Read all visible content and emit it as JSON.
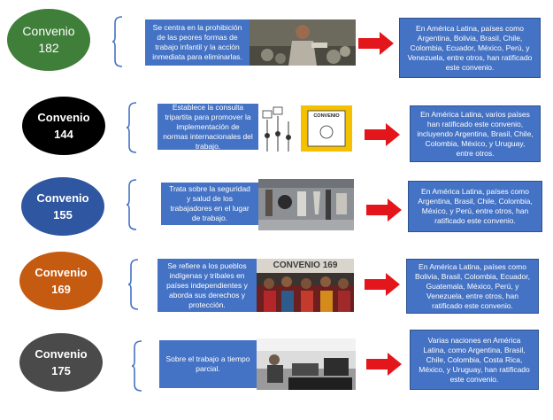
{
  "colors": {
    "oval_182": "#3f7f3a",
    "oval_144": "#000000",
    "oval_155": "#2f56a0",
    "oval_169": "#c55a11",
    "oval_175": "#4a4a4a",
    "box": "#4472c4",
    "brace": "#4472c4",
    "arrow": "#e3161b"
  },
  "convenios": [
    {
      "title": "Convenio",
      "number": "182",
      "description": "Se centra en la prohibición de las peores formas de trabajo infantil y la acción inmediata para eliminarlas.",
      "photo_icon": "child-labor-photo",
      "ratification": "En América Latina, países como Argentina, Bolivia, Brasil, Chile, Colombia, Ecuador, México, Perú, y Venezuela, entre otros, han ratificado este convenio."
    },
    {
      "title": "Convenio",
      "number": "144",
      "description": "Establece la consulta tripartita para promover la implementación de normas internacionales del trabajo.",
      "photo_icon": "convenio-illustration",
      "photo_text": "CONVENIO",
      "ratification": "En América Latina, varios países han ratificado este convenio, incluyendo Argentina, Brasil, Chile, Colombia, México, y Uruguay, entre otros."
    },
    {
      "title": "Convenio",
      "number": "155",
      "description": "Trata sobre la seguridad y salud de los trabajadores en el lugar de trabajo.",
      "photo_icon": "safety-tools-photo",
      "ratification": "En América Latina, países como Argentina, Brasil, Chile, Colombia, México, y Perú, entre otros, han ratificado este convenio."
    },
    {
      "title": "Convenio",
      "number": "169",
      "description": "Se refiere a los pueblos indígenas y tribales en países independientes y aborda sus derechos y protección.",
      "photo_icon": "indigenous-people-photo",
      "photo_text": "CONVENIO 169",
      "ratification": "En América Latina, países como Bolivia, Brasil, Colombia, Ecuador, Guatemala, México, Perú, y Venezuela, entre otros, han ratificado este convenio."
    },
    {
      "title": "Convenio",
      "number": "175",
      "description": "Sobre el trabajo a tiempo parcial.",
      "photo_icon": "part-time-work-photo",
      "ratification": "Varias naciones en América Latina, como Argentina, Brasil, Chile, Colombia, Costa Rica, México, y Uruguay, han ratificado este convenio."
    }
  ]
}
